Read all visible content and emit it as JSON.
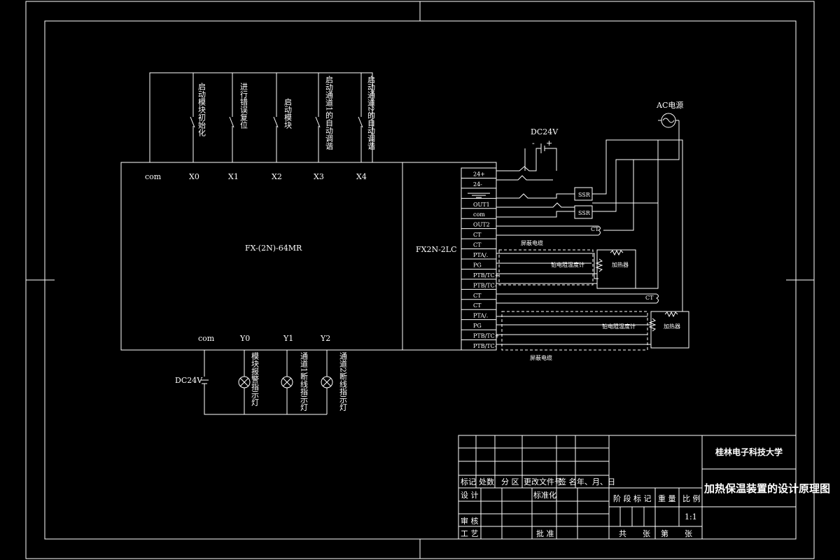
{
  "switches": [
    {
      "port": "X0",
      "label": "启动模块初始化"
    },
    {
      "port": "X1",
      "label": "进行错误复位"
    },
    {
      "port": "X2",
      "label": "启动模块"
    },
    {
      "port": "X3",
      "label": "启动通道1的自动调谐"
    },
    {
      "port": "X4",
      "label": "启动通道2的自动调谐"
    }
  ],
  "plc": {
    "name": "FX-(2N)-64MR",
    "com_top": "com",
    "com_bottom": "com",
    "outputs": [
      "Y0",
      "Y1",
      "Y2"
    ]
  },
  "module": {
    "name": "FX2N-2LC",
    "terminals": [
      "24+",
      "24-",
      "",
      "OUT1",
      "com",
      "OUT2",
      "CT",
      "CT",
      "PTA/.",
      "PG",
      "PTB/TC+",
      "PTB/TC-",
      "CT",
      "CT",
      "PTA/.",
      "PG",
      "PTB/TC+",
      "PTB/TC-"
    ]
  },
  "lamps": [
    {
      "label": "模块报警指示灯"
    },
    {
      "label": "通道1断线指示灯"
    },
    {
      "label": "通道2断线指示灯"
    }
  ],
  "field": {
    "dc24v_top": "DC24V",
    "dc24v_left": "DC24V",
    "ac_power": "AC电源",
    "ssr": "SSR",
    "ct": "CT",
    "sensor": "铂电阻温度计",
    "heater": "加热器",
    "shield": "屏蔽电缆",
    "minus": "-",
    "plus": "+"
  },
  "title_block": {
    "university": "桂林电子科技大学",
    "drawing_title": "加热保温装置的设计原理图",
    "header_labels": [
      "标记",
      "处数",
      "分 区",
      "更改文件号",
      "签 名",
      "年、月、日"
    ],
    "design": "设 计",
    "standard": "标准化",
    "review": "审 核",
    "process": "工 艺",
    "approve": "批 准",
    "stage_mark": "阶 段 标 记",
    "weight": "重 量",
    "scale": "比 例",
    "scale_value": "1:1",
    "total": "共",
    "sheets": "张",
    "sheet_no": "第",
    "sheet_unit": "张"
  }
}
